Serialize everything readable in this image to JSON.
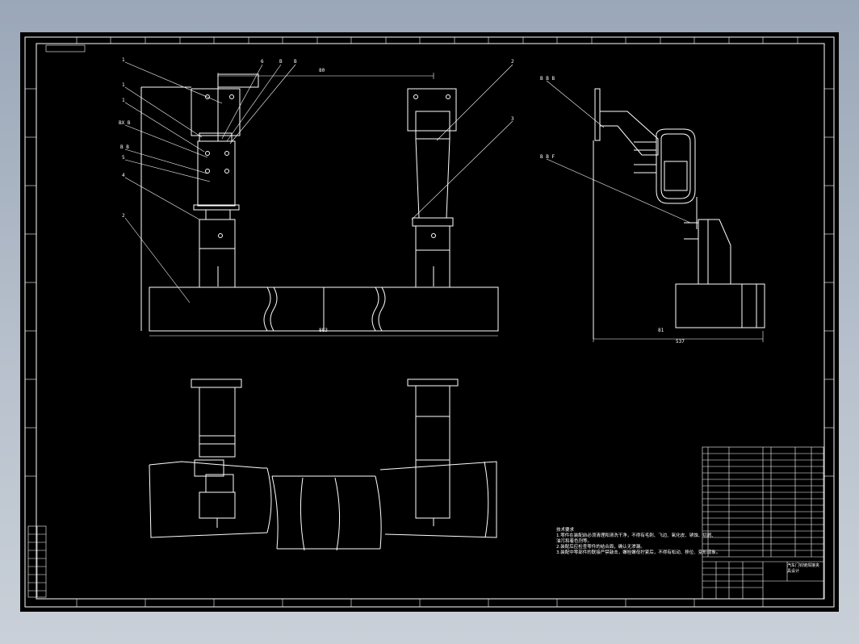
{
  "drawing": {
    "background": "#000000",
    "line_color": "#ffffff",
    "dims": {
      "top_span": "80",
      "base_length": "883",
      "side_width": "537",
      "side_small": "81"
    },
    "leader_labels": [
      "1",
      "1",
      "1",
      "6",
      "2",
      "3",
      "BX B",
      "B B",
      "5",
      "4",
      "2",
      "B",
      "B",
      "B B B",
      "B B F"
    ],
    "notes": [
      "技术要求",
      "1.零件在装配前必须清理和清洗干净，不得有毛刺、飞边、氧化皮、锈蚀、切屑、",
      "油污和着色剂等。",
      "2.装配后应检查零件的结合面，确认无渗漏。",
      "3.装配中零部件的联接严禁敲击，螺栓螺母拧紧后，不得有松动、移位、变形现象。"
    ],
    "title_block": {
      "title": "汽车门铰链焊接夹具设计",
      "company": ""
    }
  }
}
